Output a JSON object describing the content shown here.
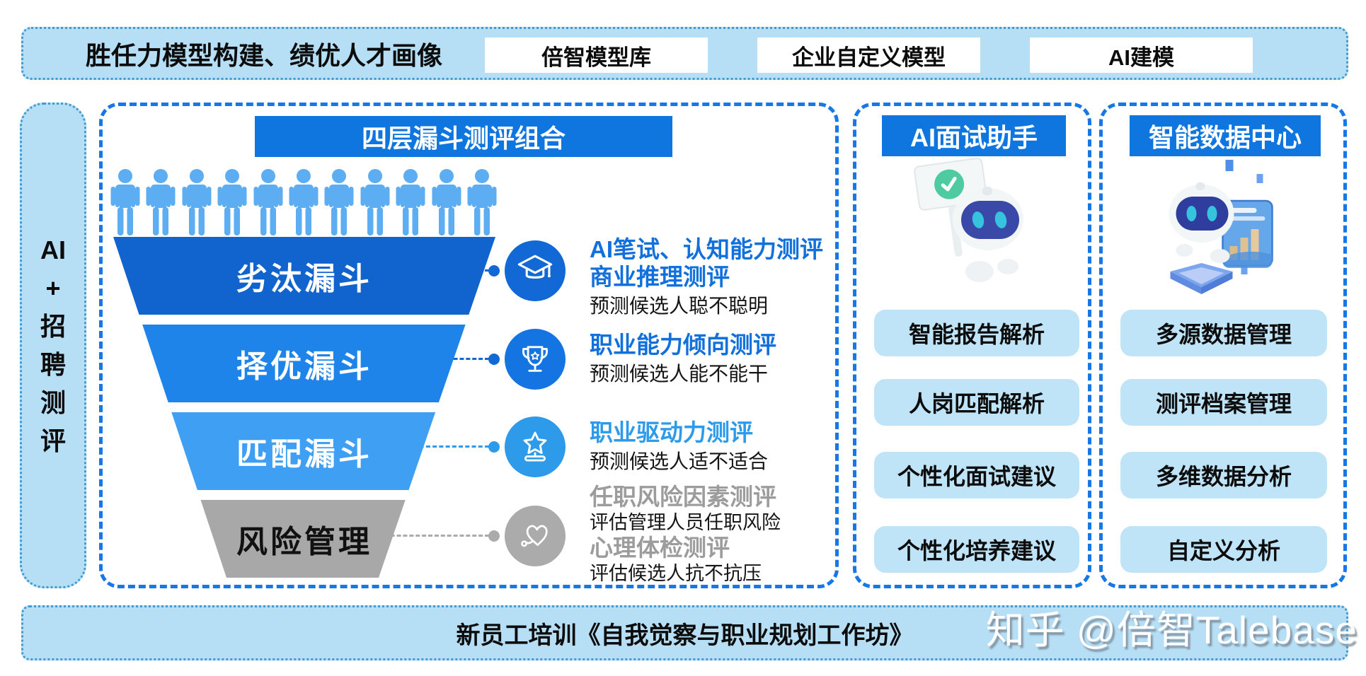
{
  "top_bar": {
    "title": "胜任力模型构建、绩优人才画像",
    "boxes": [
      "倍智模型库",
      "企业自定义模型",
      "AI建模"
    ]
  },
  "sidebar": {
    "lines": [
      "AI",
      "+",
      "招",
      "聘",
      "测",
      "评"
    ]
  },
  "funnel_panel": {
    "header": "四层漏斗测评组合",
    "people_count": 11,
    "layers": [
      {
        "label": "劣汰漏斗",
        "color": "#1163ce",
        "label_color": "#ffffff"
      },
      {
        "label": "择优漏斗",
        "color": "#1e84e9",
        "label_color": "#ffffff"
      },
      {
        "label": "匹配漏斗",
        "color": "#3f9ff2",
        "label_color": "#ffffff"
      },
      {
        "label": "风险管理",
        "color": "#a8a8a8",
        "label_color": "#111111"
      }
    ],
    "annotations": [
      {
        "icon": "graduation-cap-icon",
        "title1": "AI笔试、认知能力测评",
        "title2": "商业推理测评",
        "desc1": "预测候选人聪不聪明"
      },
      {
        "icon": "trophy-icon",
        "title1": "职业能力倾向测评",
        "desc1": "预测候选人能不能干"
      },
      {
        "icon": "star-podium-icon",
        "title1": "职业驱动力测评",
        "desc1": "预测候选人适不适合"
      },
      {
        "icon": "heart-stethoscope-icon",
        "title1": "任职风险因素测评",
        "desc1": "评估管理人员任职风险",
        "title2": "心理体检测评",
        "desc2": "评估候选人抗不抗压"
      }
    ]
  },
  "interview_panel": {
    "header": "AI面试助手",
    "items": [
      "智能报告解析",
      "人岗匹配解析",
      "个性化面试建议",
      "个性化培养建议"
    ]
  },
  "data_center_panel": {
    "header": "智能数据中心",
    "items": [
      "多源数据管理",
      "测评档案管理",
      "多维数据分析",
      "自定义分析"
    ]
  },
  "bottom_bar": {
    "text": "新员工培训《自我觉察与职业规划工作坊》"
  },
  "watermark": {
    "text": "知乎 @倍智Talebase"
  },
  "colors": {
    "light_bar_fill": "#b6dff5",
    "dotted_border": "#3e9cd4",
    "dashed_border": "#1778e5",
    "header_blue": "#0f76e0",
    "people_icon": "#5cadf1",
    "pill_fill": "#bfe4f8",
    "accent_blue_text": "#1270dc",
    "accent_light_blue_text": "#2d9aea",
    "accent_gray": "#9c9c9c",
    "conn_blue": "#1269d6",
    "icon_circle_1": "#1269d6",
    "icon_circle_2": "#1474e2",
    "icon_circle_3": "#2d9aea",
    "icon_circle_4": "#ababab"
  }
}
